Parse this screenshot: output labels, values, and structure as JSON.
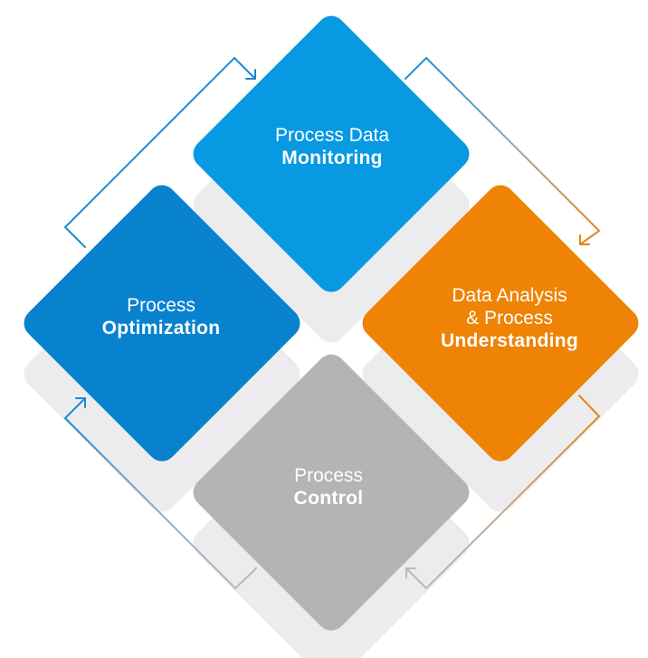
{
  "colors": {
    "blue": "#0899e3",
    "dark_blue": "#0882cf",
    "orange": "#ee8305",
    "gray": "#b4b4b4",
    "shadow": "#ececee"
  },
  "nodes": {
    "monitoring": {
      "line1": "Process Data",
      "line2": "Monitoring"
    },
    "optimization": {
      "line1": "Process",
      "line2": "Optimization"
    },
    "understanding": {
      "line1": "Data Analysis",
      "line1b": "& Process",
      "line2": "Understanding"
    },
    "control": {
      "line1": "Process",
      "line2": "Control"
    }
  },
  "icons": {
    "cycle_arrows": "arrow-icon"
  }
}
